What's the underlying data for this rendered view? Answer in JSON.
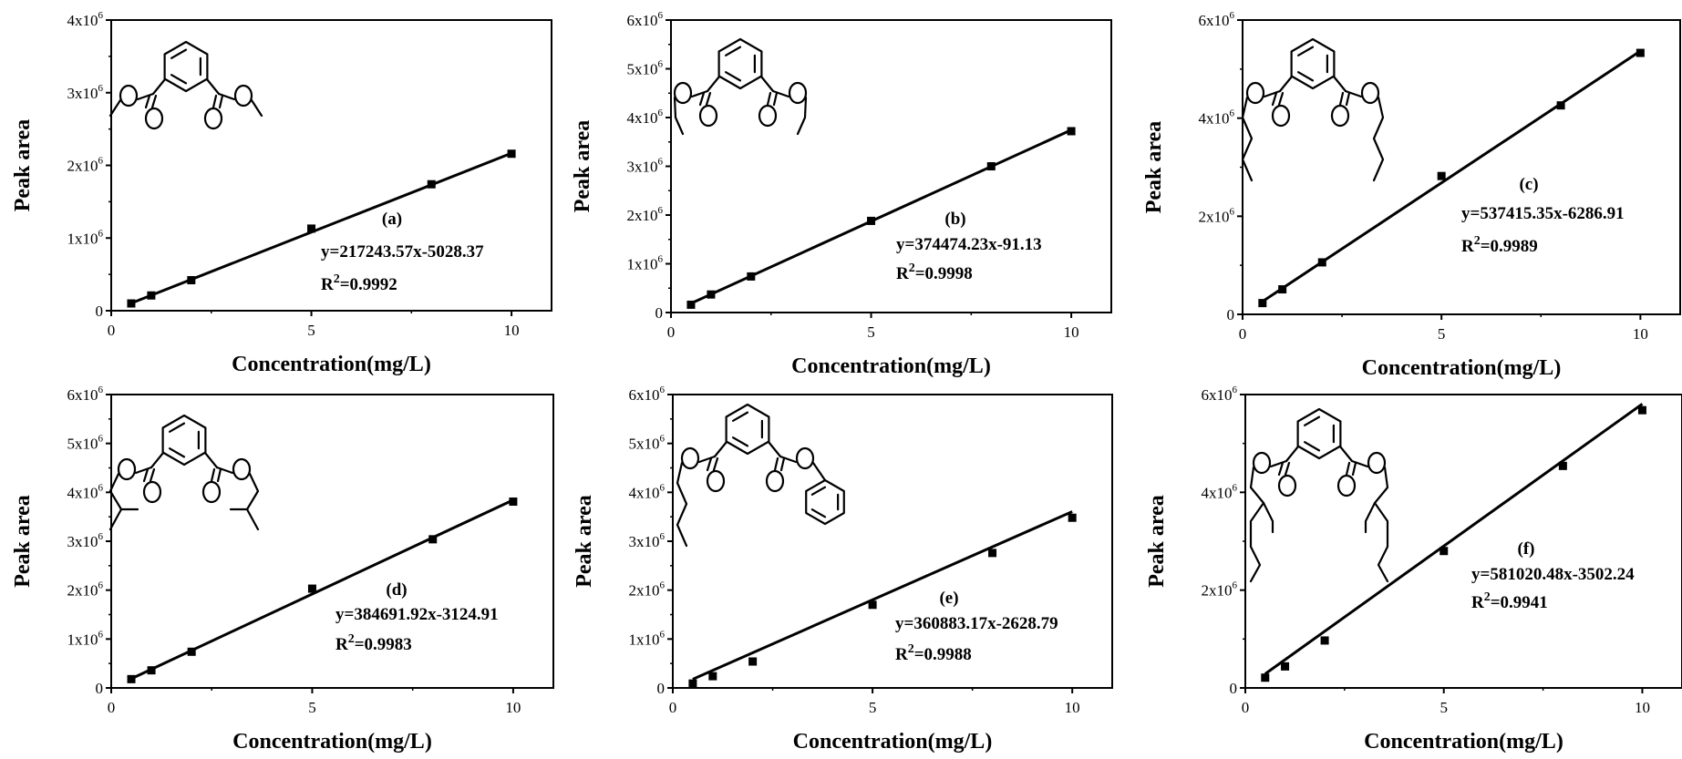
{
  "chart_data": [
    {
      "type": "scatter",
      "panel_label": "(a)",
      "xlabel": "Concentration(mg/L)",
      "ylabel": "Peak area",
      "xlim": [
        0,
        11
      ],
      "ylim": [
        0,
        4000000
      ],
      "x_ticks": [
        0,
        5,
        10
      ],
      "y_ticks": [
        0,
        1000000,
        2000000,
        3000000,
        4000000
      ],
      "y_tick_labels": [
        "0",
        "1x10^6",
        "2x10^6",
        "3x10^6",
        "4x10^6"
      ],
      "series": [
        {
          "x": [
            0.5,
            1,
            2,
            5,
            8,
            10
          ],
          "y": [
            100000,
            210000,
            420000,
            1130000,
            1740000,
            2160000
          ]
        }
      ],
      "fit": {
        "slope": 217243.57,
        "intercept": -5028.37
      },
      "equation": "y=217243.57x-5028.37",
      "r2_value": "=0.9992",
      "structure": "dimethyl",
      "legend": "none",
      "grid": false
    },
    {
      "type": "scatter",
      "panel_label": "(b)",
      "xlabel": "Concentration(mg/L)",
      "ylabel": "Peak area",
      "xlim": [
        0,
        11
      ],
      "ylim": [
        0,
        6000000
      ],
      "x_ticks": [
        0,
        5,
        10
      ],
      "y_ticks": [
        0,
        1000000,
        2000000,
        3000000,
        4000000,
        5000000,
        6000000
      ],
      "y_tick_labels": [
        "0",
        "1x10^6",
        "2x10^6",
        "3x10^6",
        "4x10^6",
        "5x10^6",
        "6x10^6"
      ],
      "series": [
        {
          "x": [
            0.5,
            1,
            2,
            5,
            8,
            10
          ],
          "y": [
            160000,
            370000,
            740000,
            1880000,
            3000000,
            3720000
          ]
        }
      ],
      "fit": {
        "slope": 374474.23,
        "intercept": -91.13
      },
      "equation": "y=374474.23x-91.13",
      "r2_value": "=0.9998",
      "structure": "diethyl",
      "legend": "none",
      "grid": false
    },
    {
      "type": "scatter",
      "panel_label": "(c)",
      "xlabel": "Concentration(mg/L)",
      "ylabel": "Peak area",
      "xlim": [
        0,
        11
      ],
      "ylim": [
        0,
        6000000
      ],
      "x_ticks": [
        0,
        5,
        10
      ],
      "y_ticks": [
        0,
        2000000,
        4000000,
        6000000
      ],
      "y_tick_labels": [
        "0",
        "2x10^6",
        "4x10^6",
        "6x10^6"
      ],
      "series": [
        {
          "x": [
            0.5,
            1,
            2,
            5,
            8,
            10
          ],
          "y": [
            230000,
            510000,
            1060000,
            2820000,
            4260000,
            5330000
          ]
        }
      ],
      "fit": {
        "slope": 537415.35,
        "intercept": -6286.91
      },
      "equation": "y=537415.35x-6286.91",
      "r2_value": "=0.9989",
      "structure": "dibutyl",
      "legend": "none",
      "grid": false
    },
    {
      "type": "scatter",
      "panel_label": "(d)",
      "xlabel": "Concentration(mg/L)",
      "ylabel": "Peak area",
      "xlim": [
        0,
        11
      ],
      "ylim": [
        0,
        6000000
      ],
      "x_ticks": [
        0,
        5,
        10
      ],
      "y_ticks": [
        0,
        1000000,
        2000000,
        3000000,
        4000000,
        5000000,
        6000000
      ],
      "y_tick_labels": [
        "0",
        "1x10^6",
        "2x10^6",
        "3x10^6",
        "4x10^6",
        "5x10^6",
        "6x10^6"
      ],
      "series": [
        {
          "x": [
            0.5,
            1,
            2,
            5,
            8,
            10
          ],
          "y": [
            180000,
            360000,
            740000,
            2030000,
            3040000,
            3810000
          ]
        }
      ],
      "fit": {
        "slope": 384691.92,
        "intercept": -3124.91
      },
      "equation": "y=384691.92x-3124.91",
      "r2_value": "=0.9983",
      "structure": "diisobutyl",
      "legend": "none",
      "grid": false
    },
    {
      "type": "scatter",
      "panel_label": "(e)",
      "xlabel": "Concentration(mg/L)",
      "ylabel": "Peak area",
      "xlim": [
        0,
        11
      ],
      "ylim": [
        0,
        6000000
      ],
      "x_ticks": [
        0,
        5,
        10
      ],
      "y_ticks": [
        0,
        1000000,
        2000000,
        3000000,
        4000000,
        5000000,
        6000000
      ],
      "y_tick_labels": [
        "0",
        "1x10^6",
        "2x10^6",
        "3x10^6",
        "4x10^6",
        "5x10^6",
        "6x10^6"
      ],
      "series": [
        {
          "x": [
            0.5,
            1,
            2,
            5,
            8,
            10
          ],
          "y": [
            90000,
            240000,
            540000,
            1700000,
            2760000,
            3480000
          ]
        }
      ],
      "fit": {
        "slope": 360883.17,
        "intercept": -2628.79
      },
      "equation": "y=360883.17x-2628.79",
      "r2_value": "=0.9988",
      "structure": "butyl-benzyl",
      "legend": "none",
      "grid": false
    },
    {
      "type": "scatter",
      "panel_label": "(f)",
      "xlabel": "Concentration(mg/L)",
      "ylabel": "Peak area",
      "xlim": [
        0,
        11
      ],
      "ylim": [
        0,
        6000000
      ],
      "x_ticks": [
        0,
        5,
        10
      ],
      "y_ticks": [
        0,
        2000000,
        4000000,
        6000000
      ],
      "y_tick_labels": [
        "0",
        "2x10^6",
        "4x10^6",
        "6x10^6"
      ],
      "series": [
        {
          "x": [
            0.5,
            1,
            2,
            5,
            8,
            10
          ],
          "y": [
            210000,
            440000,
            970000,
            2800000,
            4540000,
            5680000
          ]
        }
      ],
      "fit": {
        "slope": 581020.48,
        "intercept": -3502.24
      },
      "equation": "y=581020.48x-3502.24",
      "r2_value": "=0.9941",
      "structure": "diethylhexyl",
      "legend": "none",
      "grid": false
    }
  ]
}
